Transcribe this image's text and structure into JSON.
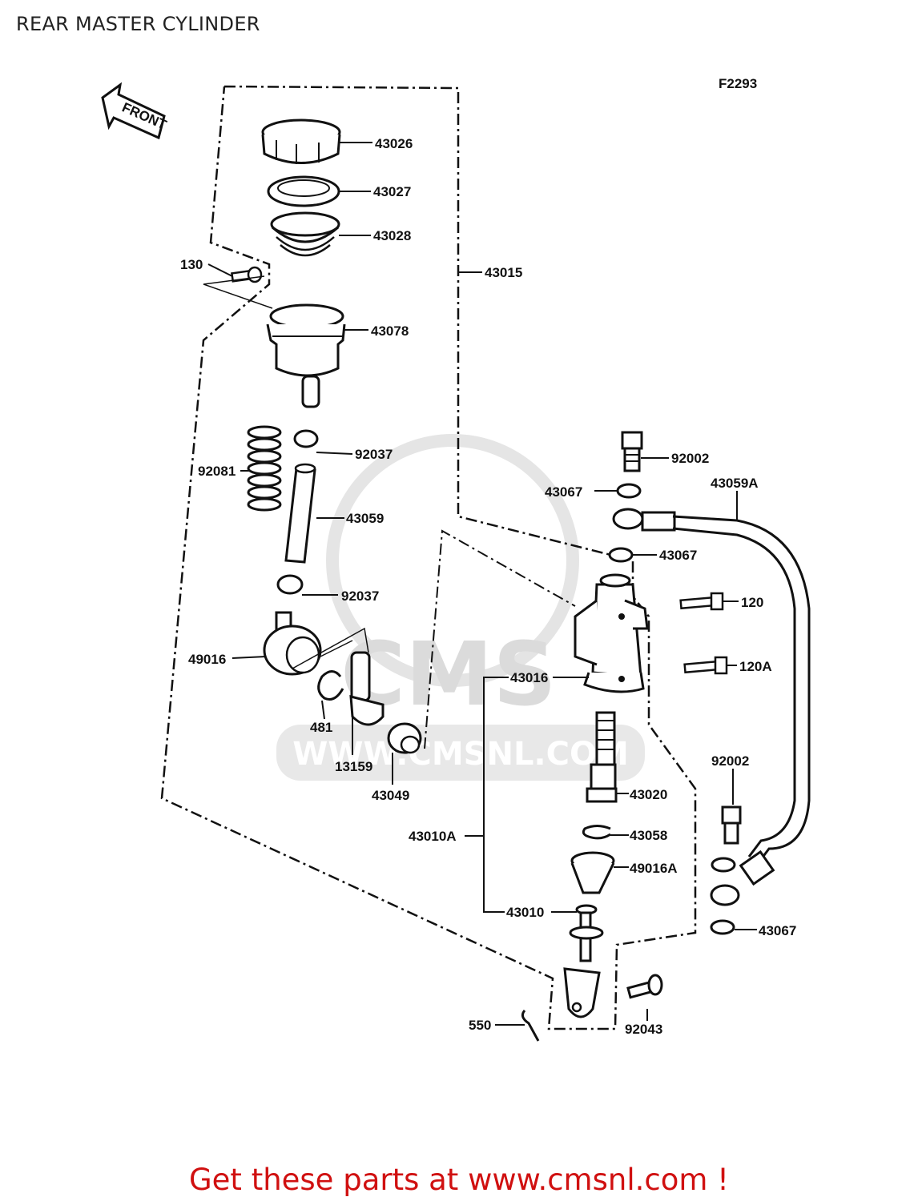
{
  "title": "REAR MASTER CYLINDER",
  "figure_code": "F2293",
  "front_label": "FRONT",
  "watermark": {
    "brand": "CMS",
    "url": "WWW.CMSNL.COM"
  },
  "labels": {
    "p43026": "43026",
    "p43027": "43027",
    "p43028": "43028",
    "p43015": "43015",
    "p130": "130",
    "p43078": "43078",
    "p92081": "92081",
    "p92037a": "92037",
    "p43059": "43059",
    "p92037b": "92037",
    "p49016": "49016",
    "p481": "481",
    "p13159": "13159",
    "p43049": "43049",
    "p92002a": "92002",
    "p43067a": "43067",
    "p43059A": "43059A",
    "p43067b": "43067",
    "p120": "120",
    "p120A": "120A",
    "p43016": "43016",
    "p43020": "43020",
    "p43010A": "43010A",
    "p43058": "43058",
    "p49016A": "49016A",
    "p43010": "43010",
    "p92002b": "92002",
    "p43067c": "43067",
    "p550": "550",
    "p92043": "92043"
  },
  "footer": "Get these parts at www.cmsnl.com !",
  "colors": {
    "line": "#111111",
    "footer": "#d01010",
    "watermark": "#d8d8d8"
  }
}
